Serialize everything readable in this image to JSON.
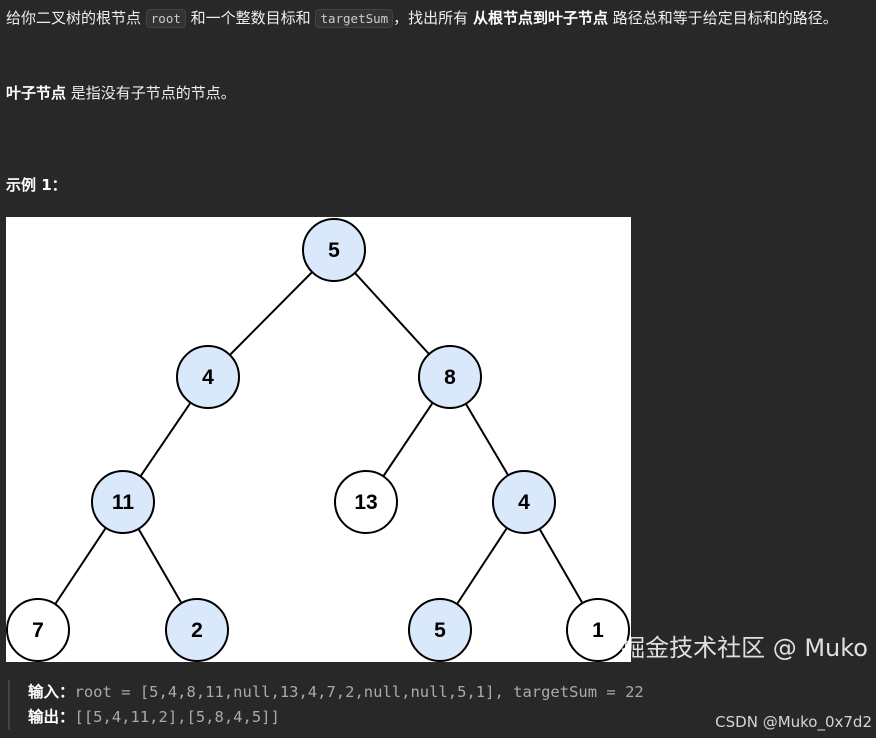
{
  "description": {
    "p1": [
      "给你二叉树的根节点 ",
      "root",
      " 和一个整数目标和 ",
      "targetSum",
      "，找出所有 ",
      "从根节点到叶子节点",
      " 路径总和等于给定目标和的路径。"
    ],
    "p2_bold": "叶子节点",
    "p2_rest": " 是指没有子节点的节点。",
    "example_title": "示例 1："
  },
  "tree": {
    "nodes": [
      {
        "value": "5",
        "highlighted": true
      },
      {
        "value": "4",
        "highlighted": true
      },
      {
        "value": "8",
        "highlighted": true
      },
      {
        "value": "11",
        "highlighted": true
      },
      {
        "value": "13",
        "highlighted": false
      },
      {
        "value": "4",
        "highlighted": true
      },
      {
        "value": "7",
        "highlighted": false
      },
      {
        "value": "2",
        "highlighted": true
      },
      {
        "value": "5",
        "highlighted": true
      },
      {
        "value": "1",
        "highlighted": false
      }
    ],
    "edges": [
      [
        0,
        1
      ],
      [
        0,
        2
      ],
      [
        1,
        3
      ],
      [
        2,
        4
      ],
      [
        2,
        5
      ],
      [
        3,
        6
      ],
      [
        3,
        7
      ],
      [
        5,
        8
      ],
      [
        5,
        9
      ]
    ],
    "highlight_color": "#dae8fc"
  },
  "example": {
    "input_label": "输入：",
    "input_value": "root = [5,4,8,11,null,13,4,7,2,null,null,5,1], targetSum = 22",
    "output_label": "输出：",
    "output_value": "[[5,4,11,2],[5,8,4,5]]"
  },
  "watermark": {
    "main": "掘金技术社区 @ Muko",
    "sub": "CSDN @Muko_0x7d2"
  }
}
